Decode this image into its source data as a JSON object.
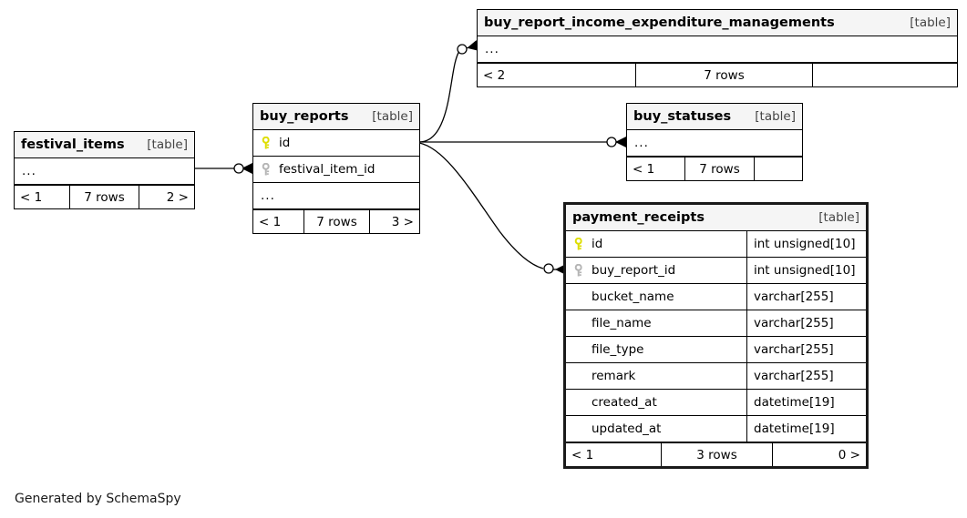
{
  "diagram": {
    "credit": "Generated by SchemaSpy",
    "table_tag": "[table]",
    "ellipsis": "...",
    "colors": {
      "primary_key": "#dede00",
      "foreign_key": "#b5b5b5",
      "header_bg": "#f5f5f5",
      "border": "#000000",
      "focal_border": "#1a1a1a",
      "background": "#ffffff"
    }
  },
  "tables": {
    "festival_items": {
      "name": "festival_items",
      "tag": "[table]",
      "ellipsis": "...",
      "footer": {
        "left": "< 1",
        "center": "7 rows",
        "right": "2 >"
      }
    },
    "buy_reports": {
      "name": "buy_reports",
      "tag": "[table]",
      "ellipsis": "...",
      "columns": [
        {
          "name": "id",
          "key": "primary-key-icon"
        },
        {
          "name": "festival_item_id",
          "key": "foreign-key-icon"
        }
      ],
      "footer": {
        "left": "< 1",
        "center": "7 rows",
        "right": "3 >"
      }
    },
    "buy_report_income_expenditure_managements": {
      "name": "buy_report_income_expenditure_managements",
      "tag": "[table]",
      "ellipsis": "...",
      "footer": {
        "left": "< 2",
        "center": "7 rows",
        "right": ""
      }
    },
    "buy_statuses": {
      "name": "buy_statuses",
      "tag": "[table]",
      "ellipsis": "...",
      "footer": {
        "left": "< 1",
        "center": "7 rows",
        "right": ""
      }
    },
    "payment_receipts": {
      "name": "payment_receipts",
      "tag": "[table]",
      "focal": true,
      "columns": [
        {
          "name": "id",
          "type": "int unsigned[10]",
          "key": "primary-key-icon"
        },
        {
          "name": "buy_report_id",
          "type": "int unsigned[10]",
          "key": "foreign-key-icon"
        },
        {
          "name": "bucket_name",
          "type": "varchar[255]",
          "key": ""
        },
        {
          "name": "file_name",
          "type": "varchar[255]",
          "key": ""
        },
        {
          "name": "file_type",
          "type": "varchar[255]",
          "key": ""
        },
        {
          "name": "remark",
          "type": "varchar[255]",
          "key": ""
        },
        {
          "name": "created_at",
          "type": "datetime[19]",
          "key": ""
        },
        {
          "name": "updated_at",
          "type": "datetime[19]",
          "key": ""
        }
      ],
      "footer": {
        "left": "< 1",
        "center": "3 rows",
        "right": "0 >"
      }
    }
  },
  "relationships": [
    {
      "from": "festival_items",
      "to": "buy_reports.festival_item_id",
      "style": "zero-or-more"
    },
    {
      "from": "buy_reports.id",
      "to": "buy_report_income_expenditure_managements",
      "style": "zero-or-more"
    },
    {
      "from": "buy_reports.id",
      "to": "buy_statuses",
      "style": "zero-or-more"
    },
    {
      "from": "buy_reports.id",
      "to": "payment_receipts.buy_report_id",
      "style": "zero-or-more"
    }
  ]
}
